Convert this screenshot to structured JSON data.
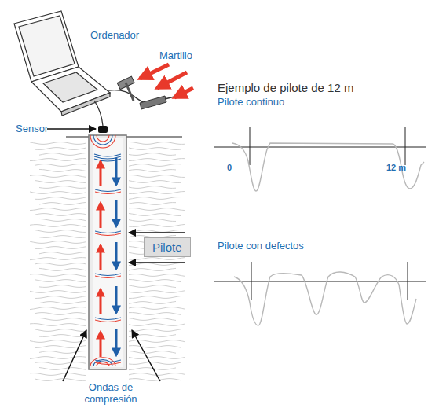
{
  "diagram": {
    "nodes": [
      {
        "text": [
          "Pilote"
        ]
      }
    ],
    "labels": [
      "Ordenador",
      "Martillo",
      "Sensor",
      "Ondas de compresión",
      "Ejemplo de pilote de 12 m",
      "Pilote continuo",
      "0",
      "12 m",
      "Pilote con defectos"
    ]
  }
}
